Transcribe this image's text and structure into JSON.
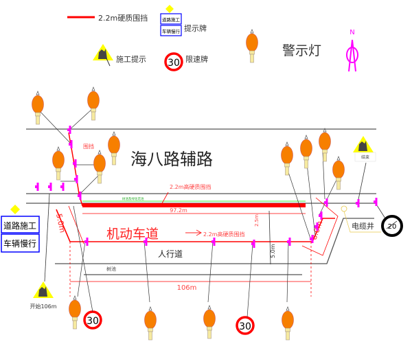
{
  "legend": {
    "barrier_label": "2.2m硬质围挡",
    "hint_sign_line1": "道路施工",
    "hint_sign_line2": "车辆慢行",
    "hint_sign_label": "提示牌",
    "construction_label": "施工提示",
    "speed_limit_value": "30",
    "speed_limit_label": "限速牌",
    "warning_light_label": "警示灯",
    "north_label": "N"
  },
  "map": {
    "road_name": "海八路辅路",
    "barrier_tag": "围挡",
    "barrier_note_top": "2.2m高硬质围挡",
    "green_strip": "树池及绿化花池",
    "length_inner": "97.2m",
    "lane_label": "机动车道",
    "barrier_note_mid": "2.2m高硬质围挡",
    "sidewalk_label": "人行道",
    "tree_pit_label": "树池",
    "length_total": "106m",
    "width_left": "5.0m",
    "width_right": "8.0m",
    "width_mid": "5.0m",
    "width_inner": "2.5m",
    "cable_well": "电缆井",
    "left_sign_line1": "道路施工",
    "left_sign_line2": "车辆慢行",
    "start_label": "开始106m",
    "end_label": "结束",
    "speed_limit_1": "30",
    "speed_limit_2": "30",
    "end_speed_limit": "20"
  },
  "colors": {
    "barrier": "#ff0000",
    "marker": "#ff00ff",
    "lamp": "#f77f00",
    "sign_border": "#0000ff",
    "warning": "#ffff00",
    "green": "#66ee66"
  }
}
